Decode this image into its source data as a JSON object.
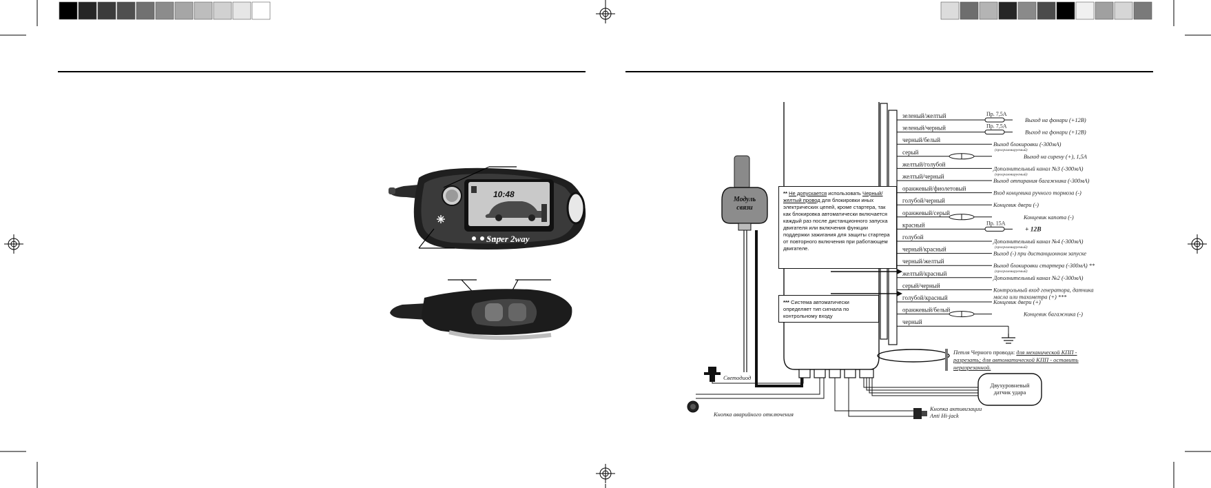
{
  "colors": {
    "swatches_left": [
      "#000000",
      "#262626",
      "#3b3b3b",
      "#4f4f4f",
      "#717171",
      "#8c8c8c",
      "#a6a6a6",
      "#bdbdbd",
      "#d1d1d1",
      "#e6e6e6",
      "#ffffff"
    ],
    "swatches_right": [
      "#dcdcdc",
      "#6e6e6e",
      "#b4b4b4",
      "#262626",
      "#8a8a8a",
      "#4b4b4b",
      "#000000",
      "#f0f0f0",
      "#a0a0a0",
      "#d6d6d6",
      "#7a7a7a"
    ]
  },
  "remote": {
    "lcd_digits": "10:48",
    "brand": "Super 2way"
  },
  "diagram": {
    "module_label": [
      "Модуль",
      "связи"
    ],
    "wires": [
      {
        "color": "зеленый/желтый",
        "dest": "Выход на фонари (+12В)",
        "fuse": "Пр. 7,5А"
      },
      {
        "color": "зеленый/черный",
        "dest": "Выход на фонари (+12В)",
        "fuse": "Пр. 7,5А"
      },
      {
        "color": "черный/белый",
        "dest": "Выход блокировки (-300мА)",
        "note": "(программируемый)"
      },
      {
        "color": "серый",
        "dest": "Выход на сирену (+), 1,5А"
      },
      {
        "color": "желтый/голубой",
        "dest": "Дополнительный канал №3 (-300мА)",
        "note": "(программируемый)"
      },
      {
        "color": "желтый/черный",
        "dest": "Выход отпирания багажника (-300мА)"
      },
      {
        "color": "оранжевый/фиолетовый",
        "dest": "Вход концевика ручного тормоза (-)"
      },
      {
        "color": "голубой/черный",
        "dest": "Концевик двери (-)"
      },
      {
        "color": "оранжевый/серый",
        "dest": "Концевик капота (-)"
      },
      {
        "color": "красный",
        "dest": "+ 12В",
        "fuse": "Пр. 15А"
      },
      {
        "color": "голубой",
        "dest": "Дополнительный канал №4 (-300мА)",
        "note": "(программируемый)"
      },
      {
        "color": "черный/красный",
        "dest": "Выход (-) при дистанционном запуске"
      },
      {
        "color": "черный/желтый",
        "dest": "Выход блокировки стартера (-300мА) **",
        "note": "(программируемый)"
      },
      {
        "color": "желтый/красный",
        "dest": "Дополнительный канал №2 (-300мА)"
      },
      {
        "color": "серый/черный",
        "dest": "Контрольный вход генератора, датчика",
        "dest2": "масла или тахометра (+) ***"
      },
      {
        "color": "голубой/красный",
        "dest": "Концевик двери (+)"
      },
      {
        "color": "оранжевый/белый",
        "dest": "Концевик багажника (-)"
      },
      {
        "color": "черный",
        "dest": ""
      }
    ],
    "note1": {
      "stars": "**",
      "u1": "Не допускается",
      "t1": " использовать",
      "u2": "Черный/желтый провод",
      "t2": " для блокировки иных электрических цепей, кроме стартера, так как блокировка автоматически включается каждый раз после дистанционного запуска двигателя или включения функции поддержки зажигания для защиты стартера от повторного включения при работающем двигателе."
    },
    "note2": {
      "stars": "***",
      "text": " Система автоматически определяет тип сигнала по контрольному входу"
    },
    "loop_note": {
      "prefix": "Петля ",
      "mid": "Черного провода: ",
      "u": "для механической КПП - разрезать; для автоматической КПП - оставить неразрезанной."
    },
    "led_label": "Светодиод",
    "emergency_label": "Кнопка аварийного отключения",
    "antihijack_label": [
      "Кнопка активизации",
      "Anti Hi-jack"
    ],
    "sensor_label": [
      "Двухуровневый",
      "датчик удара"
    ]
  }
}
